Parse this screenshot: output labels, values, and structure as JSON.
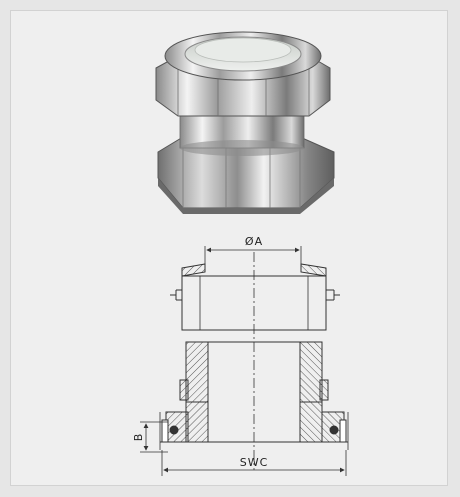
{
  "drawing": {
    "dimension_a": "ØA",
    "dimension_swc": "SWC",
    "dimension_b": "B"
  },
  "colors": {
    "background": "#efefef",
    "line": "#333333",
    "metal_light": "#e9e9e9",
    "metal_dark": "#6a6a6a",
    "seal": "#d6dad6"
  }
}
